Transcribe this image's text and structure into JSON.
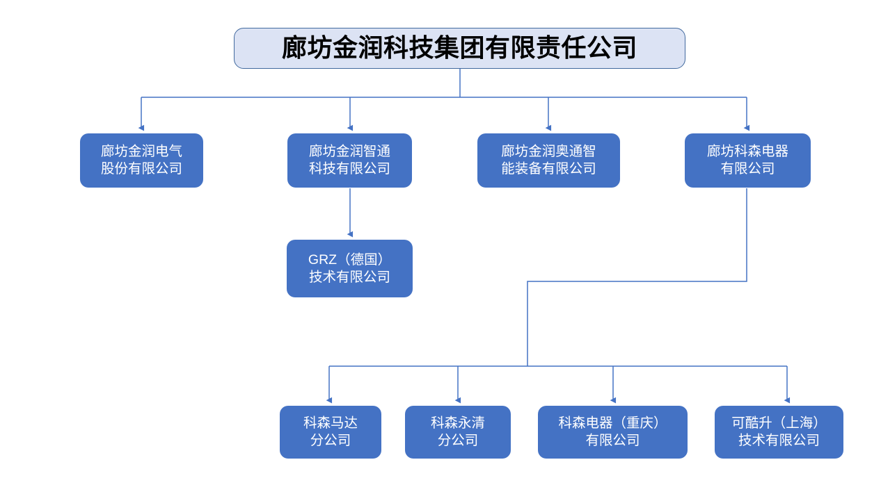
{
  "diagram": {
    "type": "org-chart",
    "title_node": {
      "id": "root",
      "label": "廊坊金润科技集团有限责任公司",
      "fill": "#DCE3F4",
      "border": "#41699E",
      "text_color": "#000000"
    },
    "colors": {
      "node_fill": "#4472C4",
      "node_text": "#FFFFFF",
      "connector": "#4472C4",
      "root_fill": "#DCE3F4",
      "root_border": "#41699E",
      "background": "#FFFFFF"
    },
    "level2": [
      {
        "id": "jinrun-dianqi",
        "label": "廊坊金润电气\n股份有限公司"
      },
      {
        "id": "jinrun-zhitong",
        "label": "廊坊金润智通\n科技有限公司"
      },
      {
        "id": "jinrun-aotong",
        "label": "廊坊金润奥通智\n能装备有限公司"
      },
      {
        "id": "kesen-dianqi",
        "label": "廊坊科森电器\n有限公司"
      }
    ],
    "level3_zhitong": [
      {
        "id": "grz-germany",
        "label": "GRZ（德国）\n技术有限公司"
      }
    ],
    "level3_kesen": [
      {
        "id": "kesen-mada",
        "label": "科森马达\n分公司"
      },
      {
        "id": "kesen-yongqing",
        "label": "科森永清\n分公司"
      },
      {
        "id": "kesen-chongqing",
        "label": "科森电器（重庆）\n有限公司"
      },
      {
        "id": "kekusheng-shanghai",
        "label": "可酷升（上海）\n技术有限公司"
      }
    ]
  }
}
